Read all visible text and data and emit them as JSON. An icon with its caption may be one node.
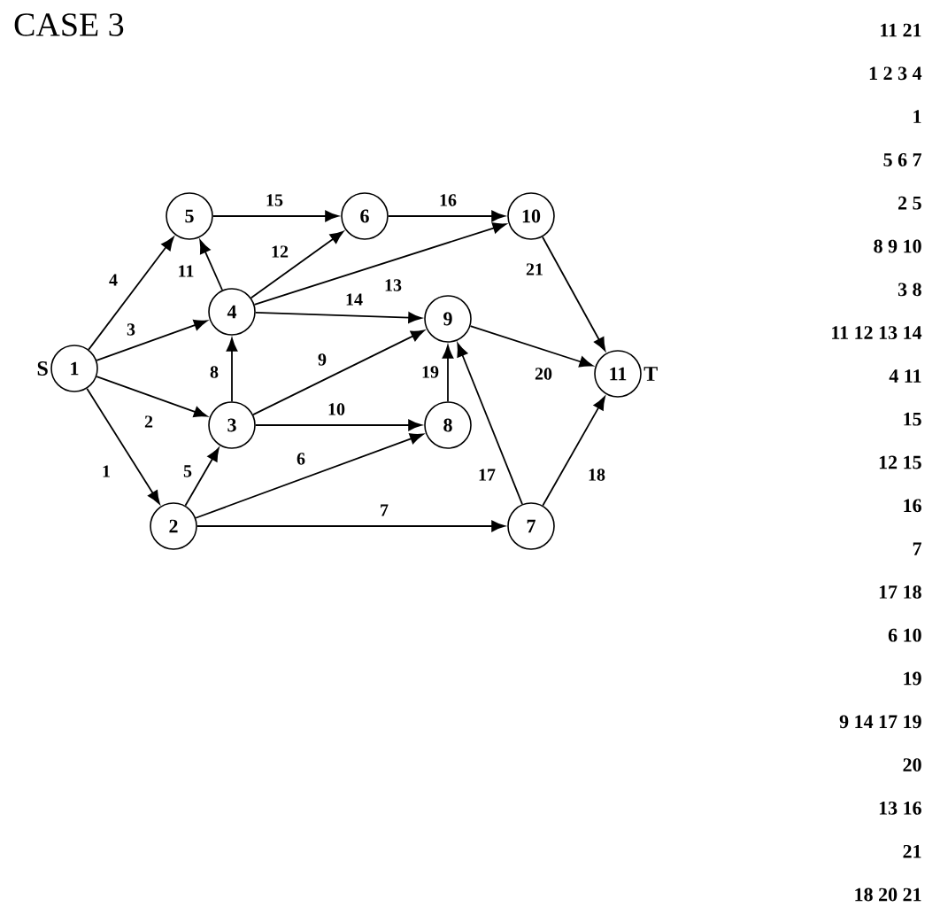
{
  "diagram": {
    "title": "CASE 3",
    "nodes": [
      {
        "text": [
          "1"
        ],
        "beside": [
          "S"
        ]
      },
      {
        "text": [
          "2"
        ]
      },
      {
        "text": [
          "3"
        ]
      },
      {
        "text": [
          "4"
        ]
      },
      {
        "text": [
          "5"
        ]
      },
      {
        "text": [
          "6"
        ]
      },
      {
        "text": [
          "7"
        ]
      },
      {
        "text": [
          "8"
        ]
      },
      {
        "text": [
          "9"
        ]
      },
      {
        "text": [
          "10"
        ]
      },
      {
        "text": [
          "11"
        ],
        "beside": [
          "T"
        ]
      }
    ],
    "edges": [
      {
        "from": 0,
        "to": 1,
        "arrow": "to",
        "label": "1"
      },
      {
        "from": 0,
        "to": 2,
        "arrow": "to",
        "label": "2"
      },
      {
        "from": 0,
        "to": 3,
        "arrow": "to",
        "label": "3"
      },
      {
        "from": 0,
        "to": 4,
        "arrow": "to",
        "label": "4"
      },
      {
        "from": 1,
        "to": 2,
        "arrow": "to",
        "label": "5"
      },
      {
        "from": 1,
        "to": 7,
        "arrow": "to",
        "label": "6"
      },
      {
        "from": 1,
        "to": 6,
        "arrow": "to",
        "label": "7"
      },
      {
        "from": 2,
        "to": 3,
        "arrow": "to",
        "label": "8"
      },
      {
        "from": 2,
        "to": 8,
        "arrow": "to",
        "label": "9"
      },
      {
        "from": 2,
        "to": 7,
        "arrow": "to",
        "label": "10"
      },
      {
        "from": 3,
        "to": 4,
        "arrow": "to",
        "label": "11"
      },
      {
        "from": 3,
        "to": 5,
        "arrow": "to",
        "label": "12"
      },
      {
        "from": 3,
        "to": 9,
        "arrow": "to",
        "label": "13"
      },
      {
        "from": 3,
        "to": 8,
        "arrow": "to",
        "label": "14"
      },
      {
        "from": 4,
        "to": 5,
        "arrow": "to",
        "label": "15"
      },
      {
        "from": 5,
        "to": 9,
        "arrow": "to",
        "label": "16"
      },
      {
        "from": 6,
        "to": 8,
        "arrow": "to",
        "label": "17"
      },
      {
        "from": 6,
        "to": 10,
        "arrow": "to",
        "label": "18"
      },
      {
        "from": 7,
        "to": 8,
        "arrow": "to",
        "label": "19"
      },
      {
        "from": 8,
        "to": 10,
        "arrow": "to",
        "label": "20"
      },
      {
        "from": 9,
        "to": 10,
        "arrow": "to",
        "label": "21"
      }
    ],
    "labels": [
      "11 21",
      "1 2 3 4",
      "1",
      "5 6 7",
      "2 5",
      "8 9 10",
      "3 8",
      "11 12 13 14",
      "4 11",
      "15",
      "12 15",
      "16",
      "7",
      "17 18",
      "6 10",
      "19",
      "9 14 17 19",
      "20",
      "13 16",
      "21",
      "18 20 21"
    ]
  }
}
